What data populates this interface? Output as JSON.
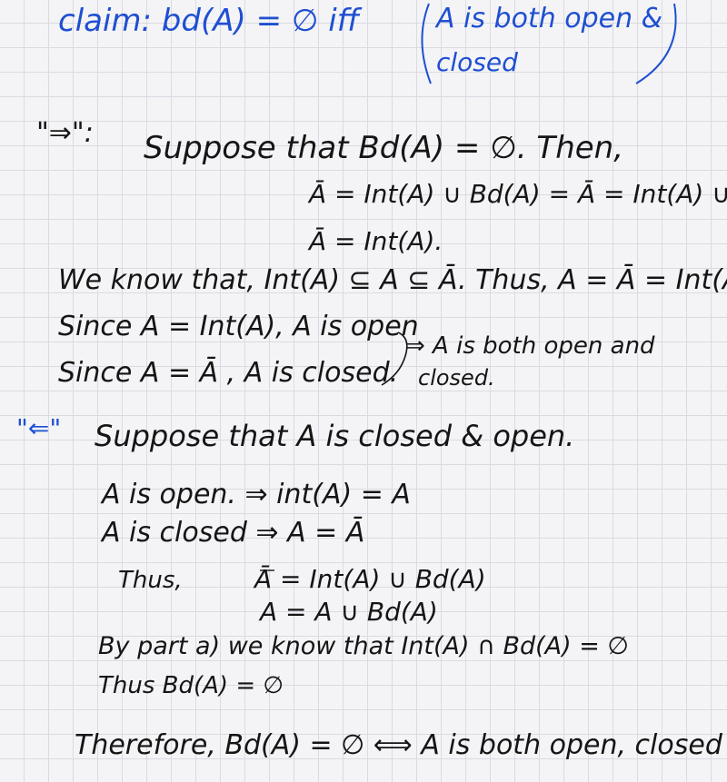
{
  "claim": {
    "left": "claim: bd(A) = ∅ iff",
    "inner1": "A is both open &",
    "inner2": "closed"
  },
  "forward": {
    "label": "\"⇒\":",
    "line1": "Suppose that  Bd(A) = ∅. Then,",
    "line2": "Ā = Int(A) ∪ Bd(A) = Ā = Int(A) ∪ ∅",
    "line3": "Ā = Int(A).",
    "line4": "We know that, Int(A) ⊆ A ⊆ Ā. Thus, A = Ā = Int(A)",
    "line5": "Since A = Int(A), A is open",
    "line6": "Since A = Ā , A is closed.",
    "conc1": "⇒ A is both open and",
    "conc2": "closed."
  },
  "backward": {
    "label": "\"⇐\"",
    "line1": "Suppose that A is closed & open.",
    "line2": "A is open. ⇒ int(A) = A",
    "line3": "A is closed ⇒   A = Ā",
    "thus": "Thus,",
    "eq1": "Ā = Int(A) ∪ Bd(A)",
    "eq2": "A = A ∪ Bd(A)",
    "line4": "By part a) we know that  Int(A) ∩ Bd(A) = ∅",
    "line5": "Thus Bd(A) = ∅"
  },
  "conclusion": "Therefore, Bd(A) = ∅ ⟺ A is both open, closed",
  "colors": {
    "ink_blue": "#1f4fd1",
    "ink_black": "#151515",
    "grid": "#dadbe2",
    "paper": "#f4f4f6"
  }
}
